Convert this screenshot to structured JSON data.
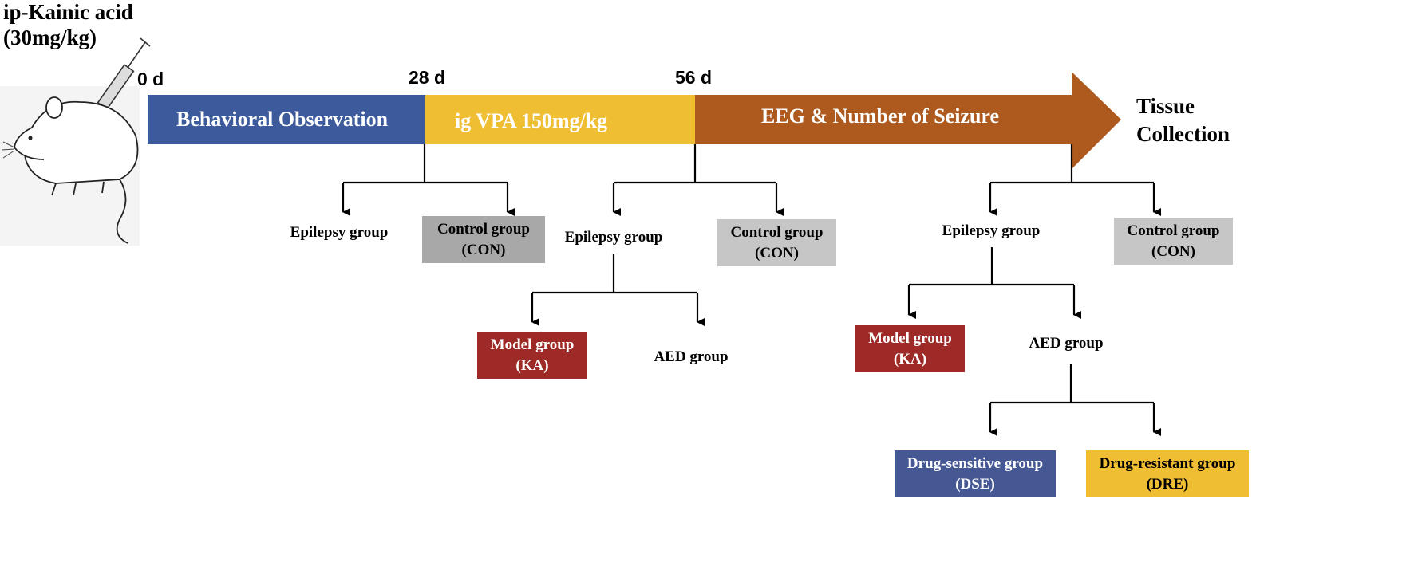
{
  "injection": {
    "line1": "ip-Kainic acid",
    "line2": "(30mg/kg)"
  },
  "days": {
    "d0": "0 d",
    "d28": "28 d",
    "d56": "56 d"
  },
  "phases": {
    "behavioral": {
      "label": "Behavioral Observation",
      "color": "#3d5a9c"
    },
    "vpa": {
      "label": "ig VPA 150mg/kg",
      "color": "#efbe33"
    },
    "eeg": {
      "label": "EEG & Number of  Seizure",
      "color": "#ae5a1f"
    }
  },
  "end": {
    "line1": "Tissue",
    "line2": "Collection"
  },
  "groups": {
    "epilepsy": "Epilepsy group",
    "control": {
      "line1": "Control group",
      "line2": "(CON)"
    },
    "model": {
      "line1": "Model group",
      "line2": "(KA)"
    },
    "aed": "AED group",
    "dse": {
      "line1": "Drug-sensitive group",
      "line2": "(DSE)"
    },
    "dre": {
      "line1": "Drug-resistant group",
      "line2": "(DRE)"
    }
  },
  "colors": {
    "control_dark": "#a9a8a8",
    "control_light": "#c6c6c6",
    "model": "#9e2a27",
    "dse": "#465893",
    "dre": "#efbe33"
  }
}
